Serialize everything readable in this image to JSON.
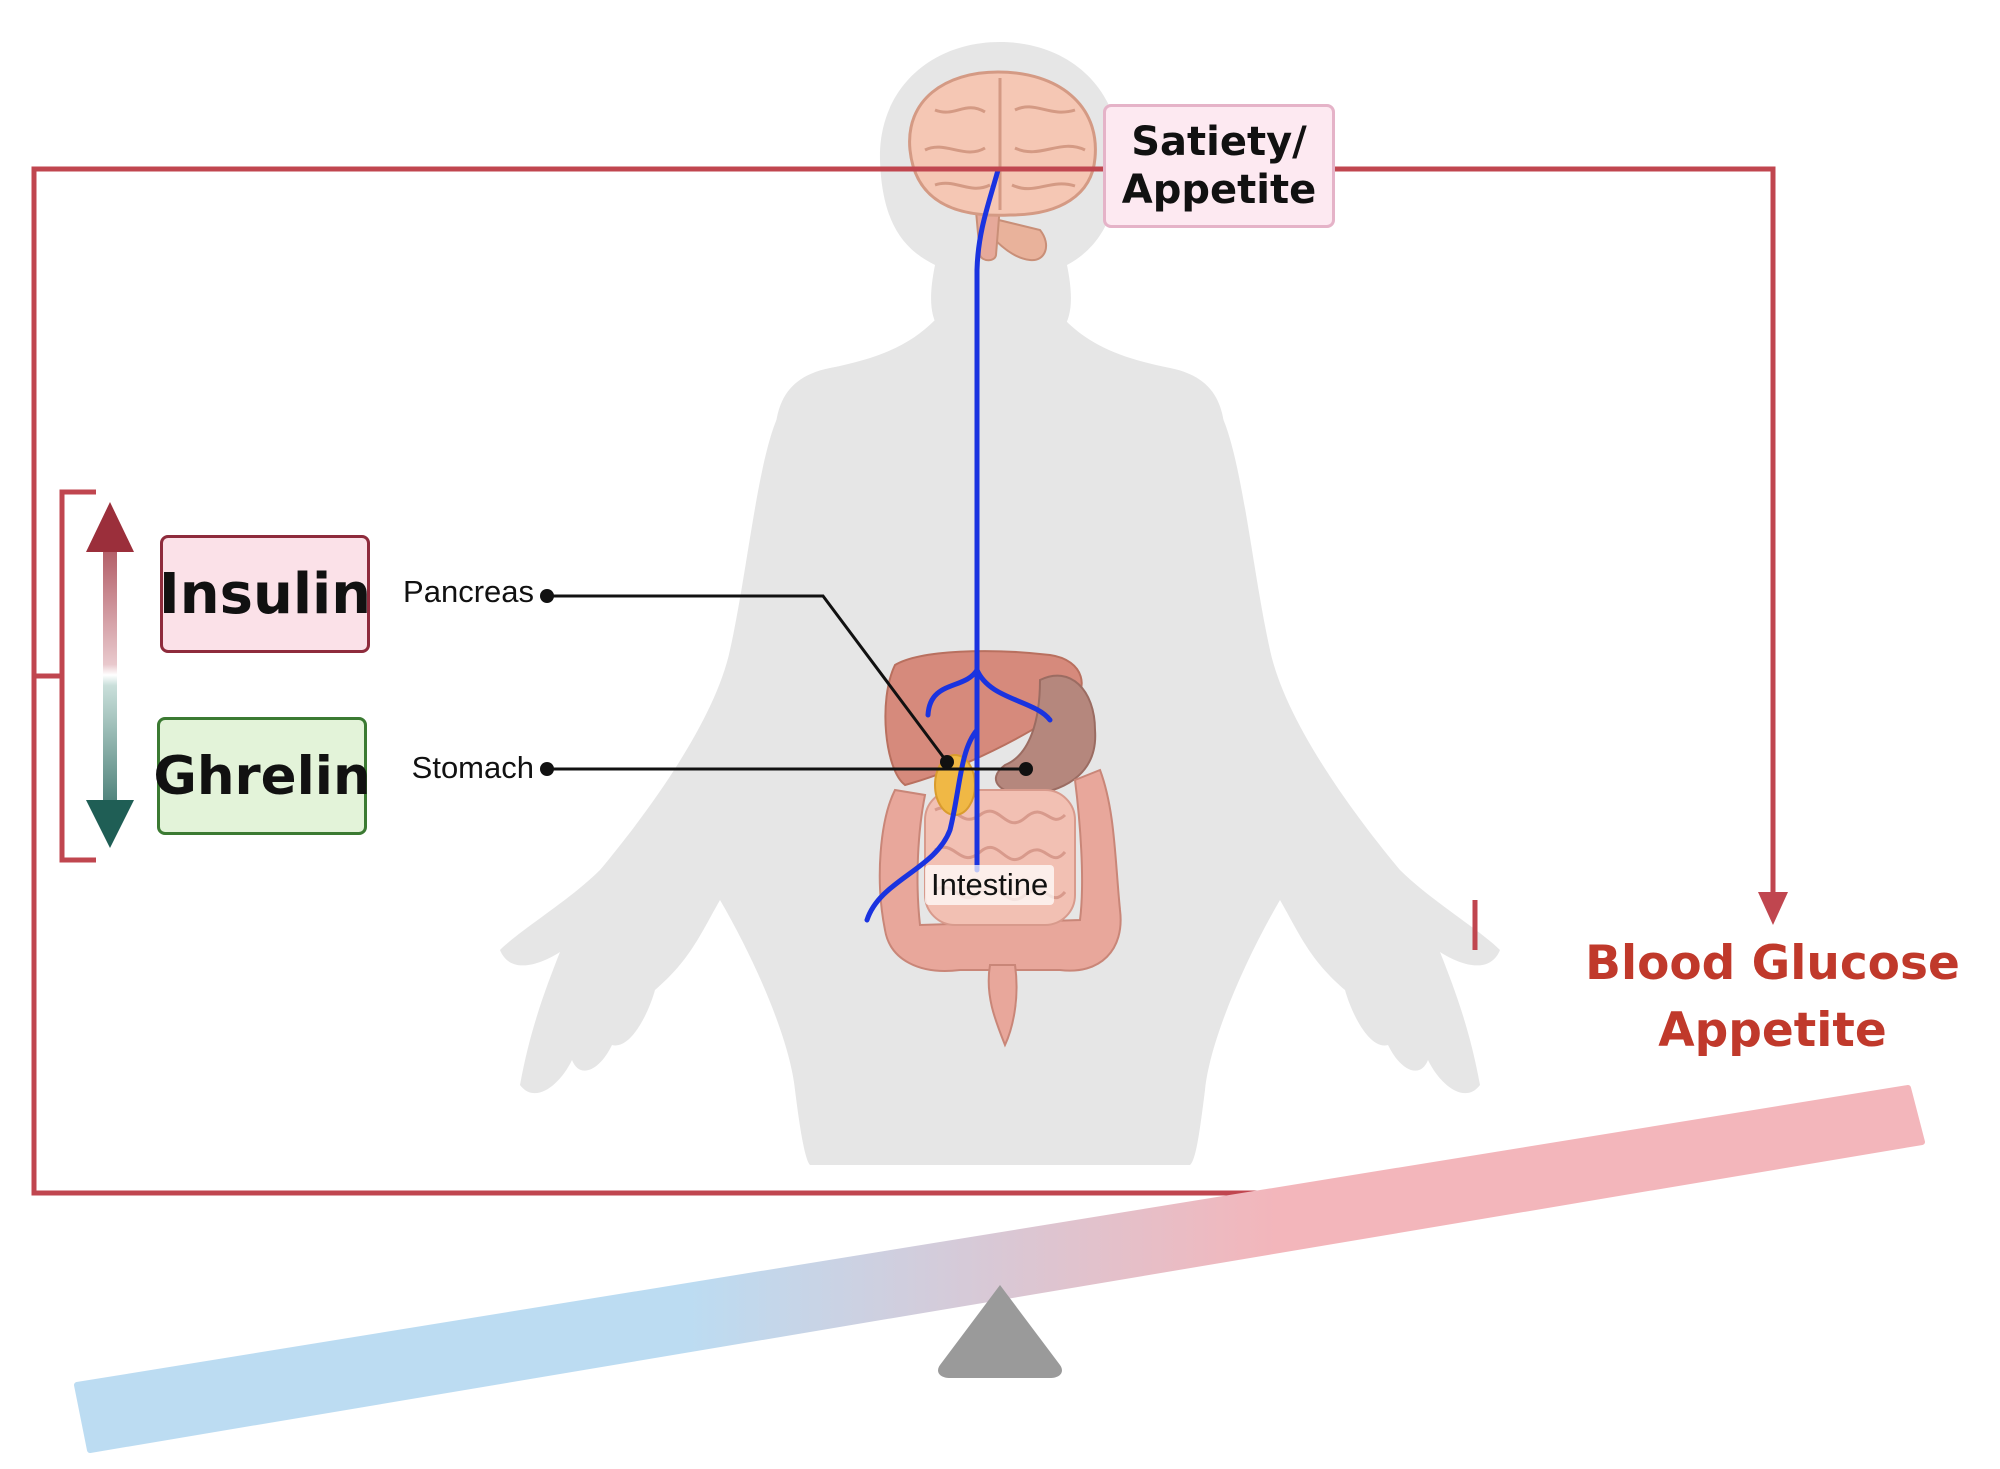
{
  "hormones": {
    "insulin": "Insulin",
    "ghrelin": "Ghrelin"
  },
  "organs": {
    "pancreas": "Pancreas",
    "stomach": "Stomach",
    "intestine": "Intestine"
  },
  "brain_signal": {
    "line1": "Satiety/",
    "line2": "Appetite"
  },
  "outcome": {
    "line1": "Blood Glucose",
    "line2": "Appetite"
  },
  "colors": {
    "loop_line": "#c0464f",
    "outcome_text": "#c0392b",
    "insulin_arrow": "#9b2f3b",
    "ghrelin_arrow": "#1f5e55",
    "insulin_box_fill": "#fbe1e8",
    "ghrelin_box_fill": "#e3f3d9",
    "satiety_box_fill": "#fde9f1",
    "nerve": "#1a33e0",
    "silhouette": "#e6e6e6",
    "balance_low": "#bcdcf2",
    "balance_high": "#f3b6bb",
    "fulcrum": "#9a9a9a"
  }
}
